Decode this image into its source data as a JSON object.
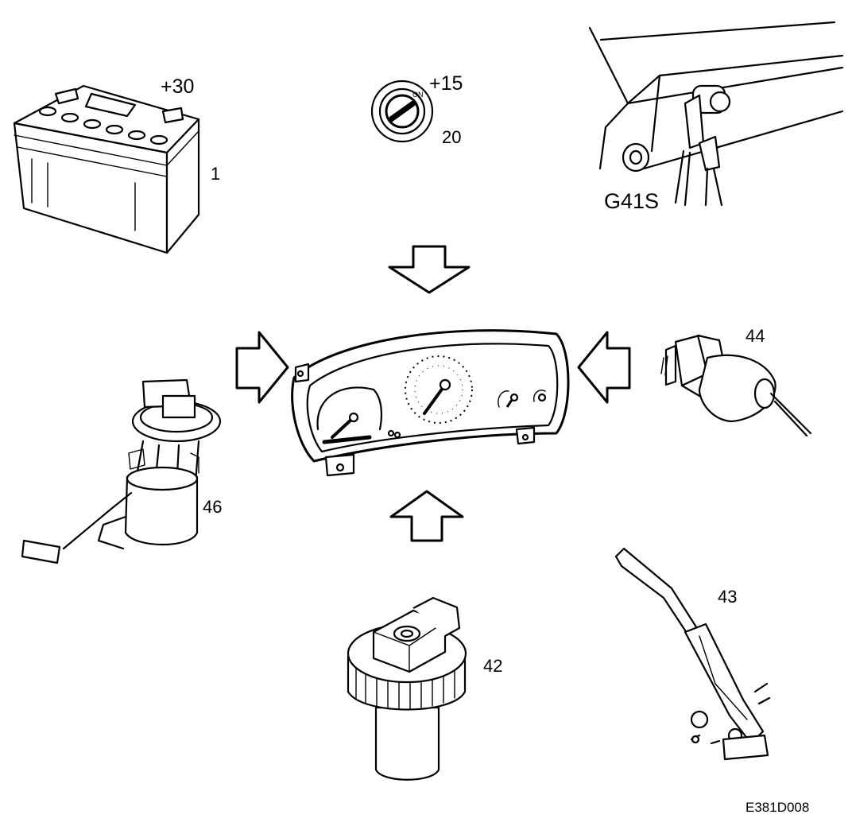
{
  "labels": {
    "battery_ref": "1",
    "battery_terminal": "+30",
    "ignition_terminal": "+15",
    "ignition_ref": "20",
    "ground_point": "G41S",
    "sensor_44": "44",
    "fuel_pump_46": "46",
    "fuel_sender_42": "42",
    "handbrake_43": "43",
    "drawing_code": "E381D008"
  }
}
